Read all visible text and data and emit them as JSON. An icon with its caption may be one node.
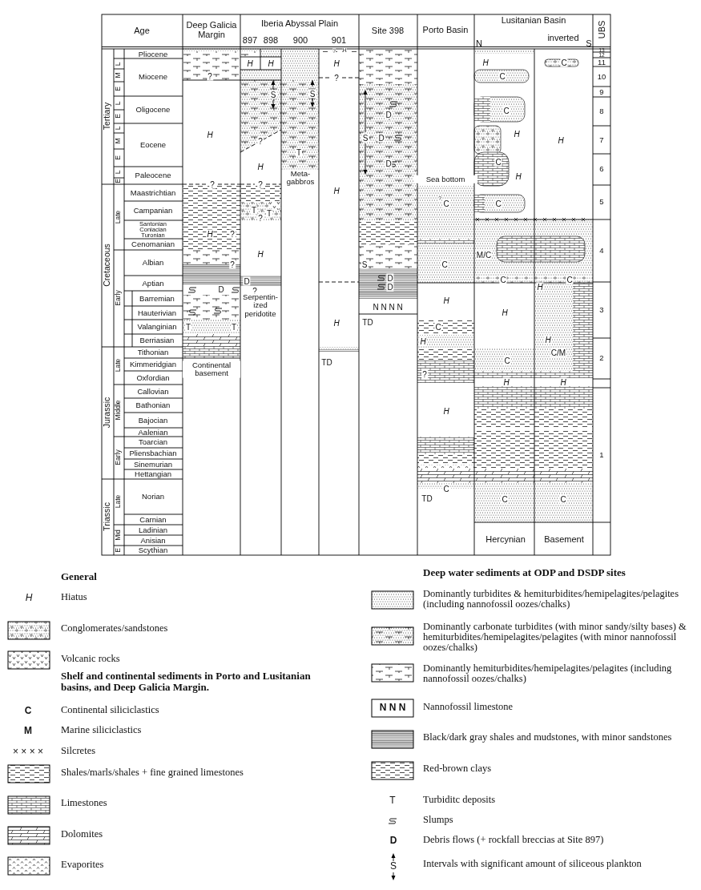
{
  "diagram": {
    "labels": [
      "Age",
      "Deep Galicia Margin",
      "Iberia Abyssal Plain",
      "897",
      "898",
      "900",
      "901",
      "Site 398",
      "Porto Basin",
      "Lusitanian Basin",
      "N",
      "inverted",
      "S",
      "UBS",
      "Tertiary",
      "L",
      "M",
      "E",
      "L",
      "E",
      "L",
      "M",
      "E",
      "L",
      "E",
      "Pliocene",
      "Miocene",
      "Oligocene",
      "Eocene",
      "Paleocene",
      "Cretaceous",
      "Late",
      "Maastrichtian",
      "Campanian",
      "Santonian",
      "Coniacian",
      "Turonian",
      "Cenomanian",
      "Early",
      "Albian",
      "Aptian",
      "Barremian",
      "Hauterivian",
      "Valanginian",
      "Berriasian",
      "Jurassic",
      "Late",
      "Tithonian",
      "Kimmeridgian",
      "Oxfordian",
      "Middle",
      "Callovian",
      "Bathonian",
      "Bajocian",
      "Aalenian",
      "Early",
      "Toarcian",
      "Pliensbachian",
      "Sinemurian",
      "Hettangian",
      "Triassic",
      "Late",
      "Norian",
      "Carnian",
      "Mid",
      "Ladinian",
      "Anisian",
      "E",
      "Scythian",
      "?",
      "H",
      "?",
      "H",
      "?",
      "?",
      "D",
      "T",
      "T",
      "Continental basement",
      "H",
      "H",
      "S",
      "?",
      "H",
      "?",
      "T",
      "T",
      "?",
      "H",
      "D",
      "?",
      "Serpentin- ized peridotite",
      "S",
      "T",
      "Meta- gabbros",
      "?",
      "H",
      "H",
      "?",
      "H",
      "H",
      "TD",
      "D",
      "S",
      "D",
      "D",
      "S",
      "D",
      "D",
      "N N N N",
      "TD",
      "Sea bottom",
      "?",
      "C",
      "C",
      "H",
      "C",
      "H",
      "?",
      "H",
      "C",
      "TD",
      "H",
      "C",
      "C",
      "H",
      "C",
      "H",
      "C",
      "M/C",
      "C",
      "H",
      "C",
      "H",
      "C",
      "Hercynian",
      "C",
      "H",
      "C",
      "H",
      "H",
      "C/M",
      "H",
      "C",
      "Basement",
      "13",
      "12",
      "11",
      "10",
      "9",
      "8",
      "7",
      "6",
      "5",
      "4",
      "3",
      "2",
      "1",
      "General",
      "Shelf and continental sediments in Porto and Lusitanian basins, and Deep Galicia Margin.",
      "Deep water sediments at ODP and DSDP sites",
      "H",
      "C",
      "M",
      "× × × ×",
      "N N N",
      "T",
      "D",
      "S"
    ],
    "legend": [
      {
        "text": "Hiatus"
      },
      {
        "text": "Conglomerates/sandstones"
      },
      {
        "text": "Volcanic rocks"
      },
      {
        "text": "Continental siliciclastics"
      },
      {
        "text": "Marine siliciclastics"
      },
      {
        "text": "Silcretes"
      },
      {
        "text": "Shales/marls/shales + fine grained limestones"
      },
      {
        "text": "Limestones"
      },
      {
        "text": "Dolomites"
      },
      {
        "text": "Evaporites"
      },
      {
        "text": "Dominantly turbidites & hemiturbidites/hemipelagites/pelagites (including nannofossil oozes/chalks)"
      },
      {
        "text": "Dominantly carbonate turbidites (with minor sandy/silty bases) & hemiturbidites/hemipelagites/pelagites (with minor nannofossil oozes/chalks)"
      },
      {
        "text": "Dominantly hemiturbidites/hemipelagites/pelagites (including nannofossil oozes/chalks)"
      },
      {
        "text": "Nannofossil limestone"
      },
      {
        "text": "Black/dark gray shales and mudstones, with minor sandstones"
      },
      {
        "text": "Red-brown clays"
      },
      {
        "text": "Turbiditc deposits"
      },
      {
        "text": "Slumps"
      },
      {
        "text": "Debris flows (+ rockfall breccias at Site 897)"
      },
      {
        "text": "Intervals with significant amount of siliceous plankton"
      }
    ]
  }
}
